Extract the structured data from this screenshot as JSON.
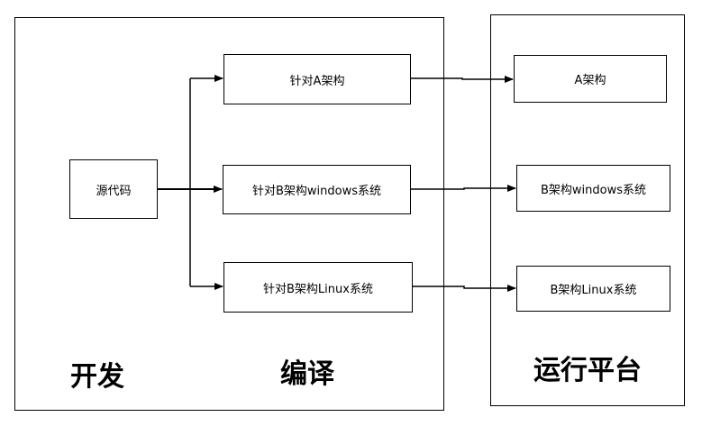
{
  "labels": {
    "develop": "开发",
    "compile": "编译",
    "runtime": "运行平台"
  },
  "nodes": {
    "source": "源代码",
    "compile_a": "针对A架构",
    "compile_b_windows": "针对B架构windows系统",
    "compile_b_linux": "针对B架构Linux系统",
    "target_a": "A架构",
    "target_b_windows": "B架构windows系统",
    "target_b_linux": "B架构Linux系统"
  }
}
